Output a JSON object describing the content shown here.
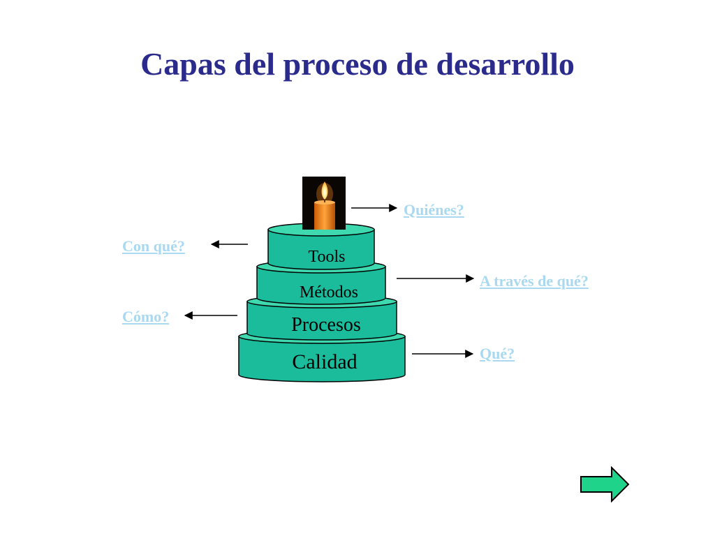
{
  "title": "Capas del proceso de desarrollo",
  "layers": {
    "tools": "Tools",
    "metodos": "Métodos",
    "procesos": "Procesos",
    "calidad": "Calidad"
  },
  "questions": {
    "quienes": "Quiénes?",
    "con_que": "Con qué?",
    "a_traves": "A través de qué?",
    "como": "Cómo?",
    "que": "Qué?"
  },
  "colors": {
    "title": "#2b2b8c",
    "layer_fill": "#1abc9c",
    "layer_top": "#3fd9b0",
    "link": "#a8d9f0",
    "next_button": "#1fd48a"
  },
  "icons": {
    "candle": "candle-image",
    "next": "right-arrow-icon"
  }
}
